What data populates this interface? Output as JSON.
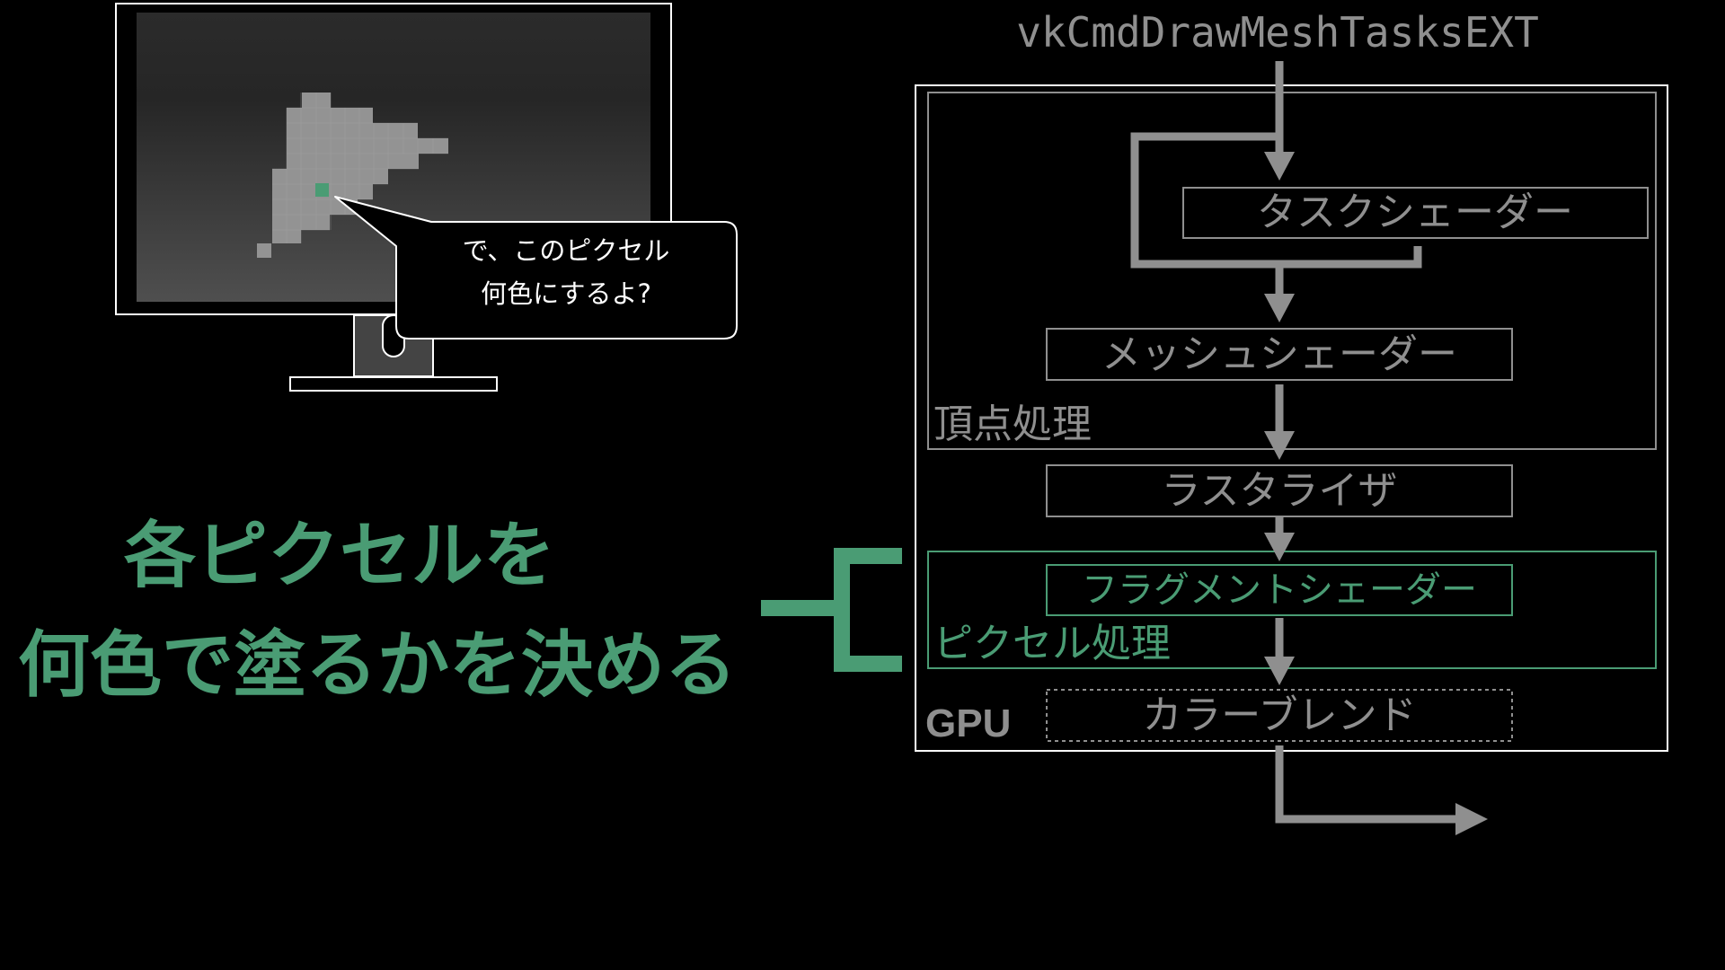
{
  "slide": {
    "headline_line1": "各ピクセルを",
    "headline_line2": "何色で塗るかを決める",
    "bubble_line1": "で、このピクセル",
    "bubble_line2": "何色にするよ?"
  },
  "pipeline": {
    "command": "vkCmdDrawMeshTasksEXT",
    "task_shader": "タスクシェーダー",
    "mesh_shader": "メッシュシェーダー",
    "vertex_group": "頂点処理",
    "rasterizer": "ラスタライザ",
    "fragment_shader": "フラグメントシェーダー",
    "pixel_group": "ピクセル処理",
    "gpu_label": "GPU",
    "color_blend": "カラーブレンド"
  },
  "colors": {
    "background": "#000000",
    "gray": "#8f8f8f",
    "green": "#4a9c74",
    "white": "#ffffff"
  }
}
